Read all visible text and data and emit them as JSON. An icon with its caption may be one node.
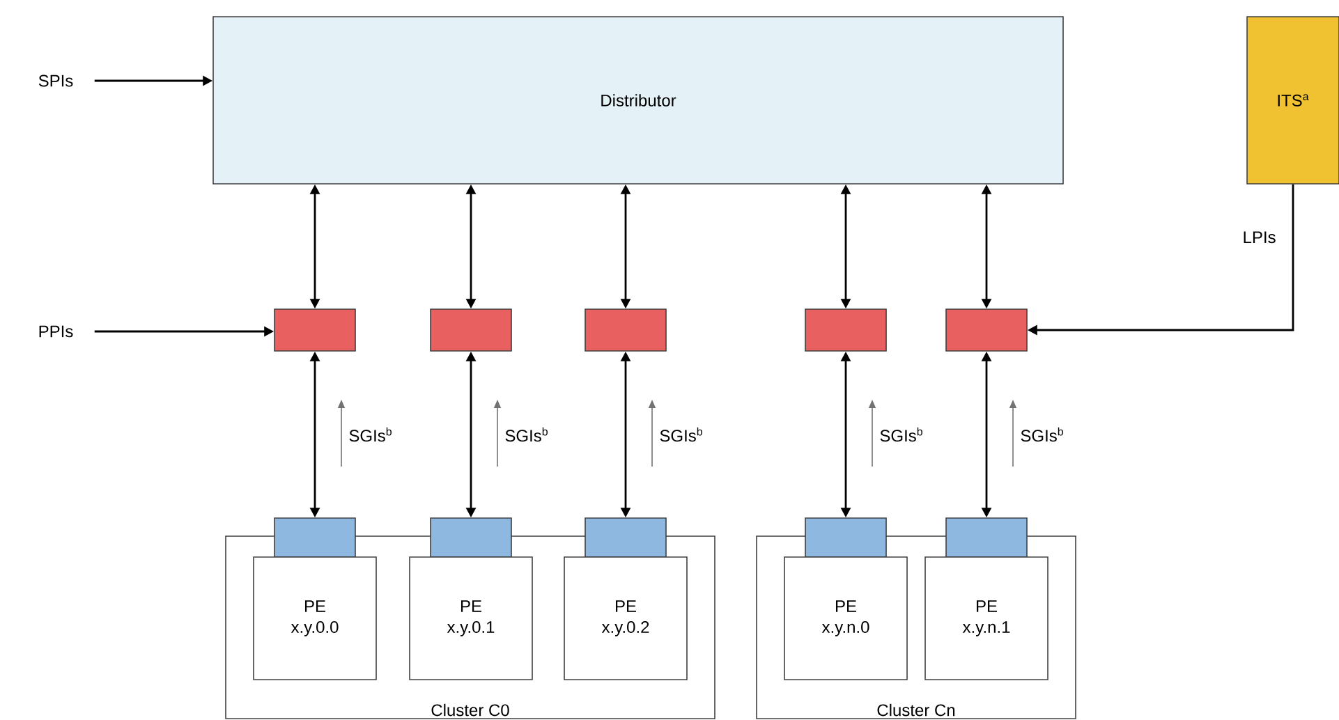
{
  "diagram": {
    "nodes": [
      {
        "text": [
          "SPIs"
        ]
      },
      {
        "text": [
          "Distributor"
        ]
      },
      {
        "text": [
          "ITS$^{a}$"
        ]
      },
      {
        "text": [
          "PPIs"
        ]
      },
      {
        "text": [],
        "shape": "box"
      },
      {
        "text": [],
        "shape": "box"
      },
      {
        "text": [],
        "shape": "box"
      },
      {
        "text": [],
        "shape": "box"
      },
      {
        "text": [],
        "shape": "box"
      },
      {
        "text": [
          "Cluster C0"
        ]
      },
      {
        "text": [],
        "shape": "box"
      },
      {
        "text": [],
        "shape": "box"
      },
      {
        "text": [],
        "shape": "box"
      },
      {
        "text": [
          "PE x.y.0.0"
        ],
        "in": 9
      },
      {
        "text": [
          "PE x.y.0.1"
        ],
        "in": 9
      },
      {
        "text": [
          "PE x.y.0.2"
        ],
        "in": 9
      },
      {
        "text": [
          "Cluster Cn"
        ]
      },
      {
        "text": [],
        "shape": "box"
      },
      {
        "text": [],
        "shape": "box"
      },
      {
        "text": [
          "PE x.y.n.0"
        ],
        "in": 16
      },
      {
        "text": [
          "PE x.y.n.1"
        ],
        "in": 16
      }
    ],
    "edges": [
      {
        "from": 0,
        "to": 1,
        "arrow": "to"
      },
      {
        "from": 3,
        "to": 4,
        "arrow": "to"
      },
      {
        "from": 2,
        "to": 8,
        "arrow": "to",
        "label": "LPIs"
      },
      {
        "from": 1,
        "to": 4,
        "arrow": "both"
      },
      {
        "from": 1,
        "to": 5,
        "arrow": "both"
      },
      {
        "from": 1,
        "to": 6,
        "arrow": "both"
      },
      {
        "from": 1,
        "to": 7,
        "arrow": "both"
      },
      {
        "from": 1,
        "to": 8,
        "arrow": "both"
      },
      {
        "from": 4,
        "to": 10,
        "arrow": "both"
      },
      {
        "from": 5,
        "to": 11,
        "arrow": "both"
      },
      {
        "from": 6,
        "to": 12,
        "arrow": "both"
      },
      {
        "from": 7,
        "to": 17,
        "arrow": "both"
      },
      {
        "from": 8,
        "to": 18,
        "arrow": "both"
      }
    ],
    "labels": [
      "SGIs$^{b}$",
      "SGIs$^{b}$",
      "SGIs$^{b}$",
      "SGIs$^{b}$",
      "SGIs$^{b}$"
    ]
  }
}
